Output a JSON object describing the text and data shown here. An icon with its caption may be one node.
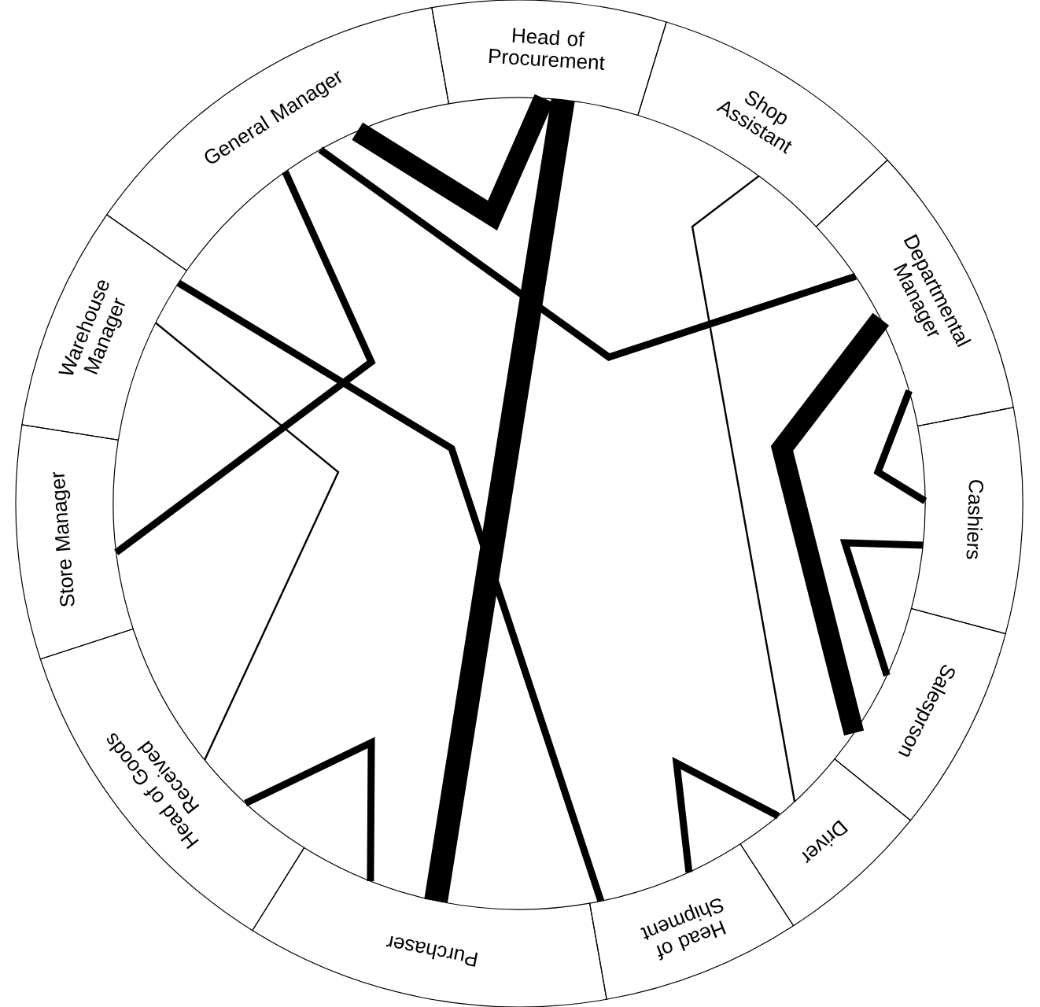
{
  "diagram": {
    "nodes": [
      {
        "text": [
          "Head of Procurement"
        ]
      },
      {
        "text": [
          "Shop Assistant"
        ]
      },
      {
        "text": [
          "Departmental Manager"
        ]
      },
      {
        "text": [
          "Cashiers"
        ]
      },
      {
        "text": [
          "Salesprson"
        ]
      },
      {
        "text": [
          "Driver"
        ]
      },
      {
        "text": [
          "Head of Shipment"
        ]
      },
      {
        "text": [
          "Purchaser"
        ]
      },
      {
        "text": [
          "Head of Goods Received"
        ]
      },
      {
        "text": [
          "Store Manager"
        ]
      },
      {
        "text": [
          "Warehouse Manager"
        ]
      },
      {
        "text": [
          "General Manager"
        ]
      }
    ],
    "edges": [
      {
        "from": 11,
        "to": 0,
        "arrow": "none",
        "style": "thick"
      },
      {
        "from": 0,
        "to": 7,
        "arrow": "none",
        "style": "thick"
      },
      {
        "from": 11,
        "to": 2,
        "arrow": "none"
      },
      {
        "from": 11,
        "to": 9,
        "arrow": "none"
      },
      {
        "from": 10,
        "to": 6,
        "arrow": "none"
      },
      {
        "from": 10,
        "to": 8,
        "arrow": "none"
      },
      {
        "from": 1,
        "to": 5,
        "arrow": "none"
      },
      {
        "from": 2,
        "to": 4,
        "arrow": "none",
        "style": "thick"
      },
      {
        "from": 2,
        "to": 3,
        "arrow": "none"
      },
      {
        "from": 3,
        "to": 4,
        "arrow": "none"
      },
      {
        "from": 5,
        "to": 6,
        "arrow": "none"
      },
      {
        "from": 7,
        "to": 8,
        "arrow": "none"
      }
    ]
  }
}
